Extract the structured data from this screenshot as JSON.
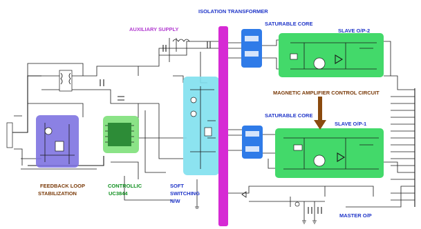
{
  "labels": {
    "isolation_transformer": "ISOLATION TRANSFORMER",
    "auxiliary_supply": "AUXILIARY SUPPLY",
    "saturable_core_top": "SATURABLE CORE",
    "slave_op2": "SLAVE O/P-2",
    "magnetic_amplifier": "MAGNETIC AMPLIFIER CONTROL CIRCUIT",
    "saturable_core_bottom": "SATURABLE CORE",
    "slave_op1": "SLAVE O/P-1",
    "feedback_line1": "FEEDBACK LOOP",
    "feedback_line2": "STABILIZATION",
    "controller_line1": "CONTROLLIC",
    "controller_line2": "UC3844",
    "soft_line1": "SOFT",
    "soft_line2": "SWITCHING",
    "soft_line3": "N/W",
    "master_op": "MASTER O/P"
  },
  "colors": {
    "magenta_bar": "#d62ad4",
    "auxiliary_text": "#b23bd0",
    "label_blue": "#1e34c8",
    "label_green": "#0f8f1f",
    "label_brown": "#7a3a08",
    "feedback_block": "#7b6fe0",
    "controller_block": "#7ee07a",
    "soft_block": "#7fe0ee",
    "saturable_block": "#2f7be8",
    "slave_block": "#43d96a",
    "arrow": "#8a4a0e"
  }
}
